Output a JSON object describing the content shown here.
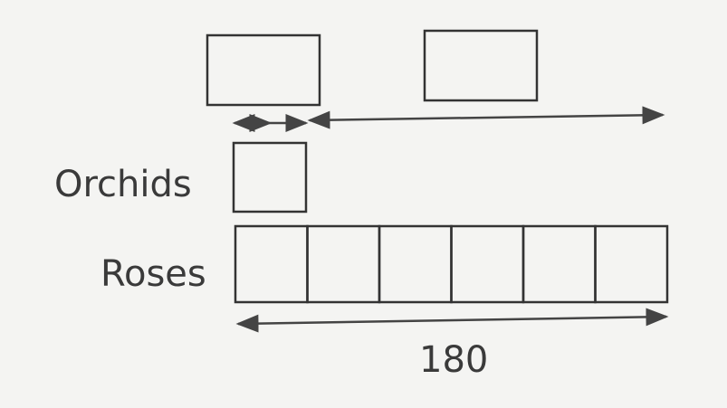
{
  "labels": {
    "orchids": "Orchids",
    "roses": "Roses",
    "total": "180"
  },
  "diagram": {
    "roses_units": 6,
    "orchids_units": 1
  },
  "colors": {
    "ink": "#333333",
    "background": "#f4f4f2"
  }
}
